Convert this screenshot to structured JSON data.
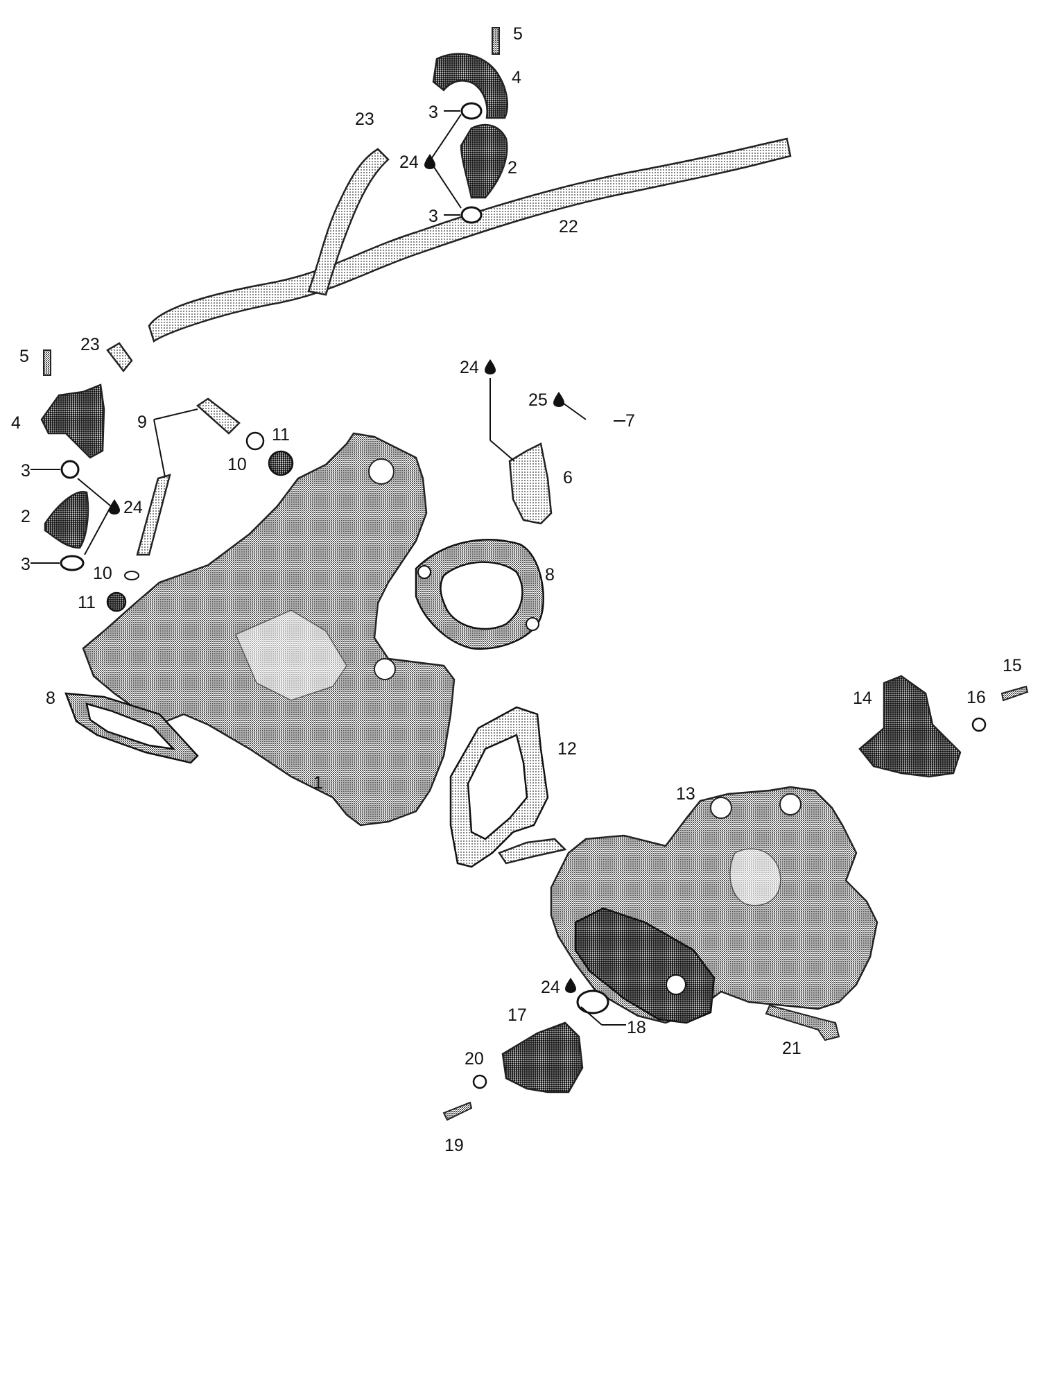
{
  "diagram": {
    "type": "exploded parts diagram",
    "callouts": [
      {
        "id": "c5a",
        "label": "5"
      },
      {
        "id": "c4a",
        "label": "4"
      },
      {
        "id": "c3a",
        "label": "3"
      },
      {
        "id": "c23a",
        "label": "23"
      },
      {
        "id": "c24a",
        "label": "24"
      },
      {
        "id": "c2a",
        "label": "2"
      },
      {
        "id": "c3b",
        "label": "3"
      },
      {
        "id": "c22",
        "label": "22"
      },
      {
        "id": "c5b",
        "label": "5"
      },
      {
        "id": "c23b",
        "label": "23"
      },
      {
        "id": "c4b",
        "label": "4"
      },
      {
        "id": "c9",
        "label": "9"
      },
      {
        "id": "c11a",
        "label": "11"
      },
      {
        "id": "c10a",
        "label": "10"
      },
      {
        "id": "c3c",
        "label": "3"
      },
      {
        "id": "c2b",
        "label": "2"
      },
      {
        "id": "c24b",
        "label": "24"
      },
      {
        "id": "c3d",
        "label": "3"
      },
      {
        "id": "c10b",
        "label": "10"
      },
      {
        "id": "c11b",
        "label": "11"
      },
      {
        "id": "c24c",
        "label": "24"
      },
      {
        "id": "c25",
        "label": "25"
      },
      {
        "id": "c7",
        "label": "7"
      },
      {
        "id": "c6",
        "label": "6"
      },
      {
        "id": "c8a",
        "label": "8"
      },
      {
        "id": "c8b",
        "label": "8"
      },
      {
        "id": "c1",
        "label": "1"
      },
      {
        "id": "c12",
        "label": "12"
      },
      {
        "id": "c15",
        "label": "15"
      },
      {
        "id": "c14",
        "label": "14"
      },
      {
        "id": "c16",
        "label": "16"
      },
      {
        "id": "c13",
        "label": "13"
      },
      {
        "id": "c24d",
        "label": "24"
      },
      {
        "id": "c17",
        "label": "17"
      },
      {
        "id": "c18",
        "label": "18"
      },
      {
        "id": "c21",
        "label": "21"
      },
      {
        "id": "c20",
        "label": "20"
      },
      {
        "id": "c19",
        "label": "19"
      }
    ],
    "colors": {
      "ink": "#111111",
      "part_fill_light": "#c9c9c9",
      "part_fill_mid": "#9a9a9a",
      "part_fill_dark": "#5a5a5a",
      "background": "#ffffff"
    }
  }
}
